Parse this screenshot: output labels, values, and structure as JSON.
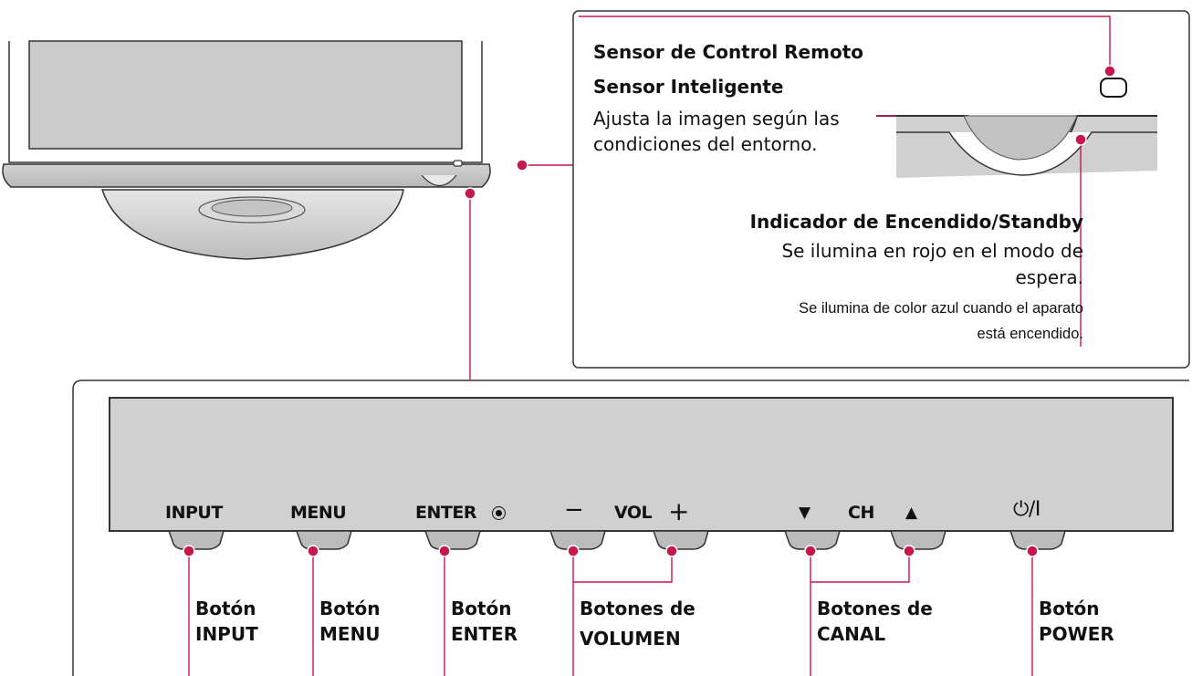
{
  "callout": {
    "remote_sensor": "Sensor de Control Remoto",
    "smart_sensor": "Sensor Inteligente",
    "smart_desc_1": "Ajusta la imagen según las",
    "smart_desc_2": "condiciones del entorno.",
    "power_title": "Indicador de Encendido/Standby",
    "power_desc_1": "Se ilumina en rojo en el modo de",
    "power_desc_2": "espera.",
    "power_desc_3": "Se ilumina de color azul cuando el aparato",
    "power_desc_4": "está encendido."
  },
  "panel": {
    "input": "INPUT",
    "menu": "MENU",
    "enter": "ENTER",
    "vol_minus": "−",
    "vol": "VOL",
    "vol_plus": "+",
    "ch_down": "▼",
    "ch": "CH",
    "ch_up": "▲",
    "power": "⏻/I"
  },
  "labels": {
    "input_1": "Botón",
    "input_2": "INPUT",
    "menu_1": "Botón",
    "menu_2": "MENU",
    "enter_1": "Botón",
    "enter_2": "ENTER",
    "vol_1": "Botones de",
    "vol_2": "VOLUMEN",
    "ch_1": "Botones de",
    "ch_2": "CANAL",
    "power_1": "Botón",
    "power_2": "POWER"
  },
  "colors": {
    "accent": "#c8174a",
    "outline": "#333333",
    "screen": "#c9c9c9",
    "panel": "#cfcfcf"
  }
}
